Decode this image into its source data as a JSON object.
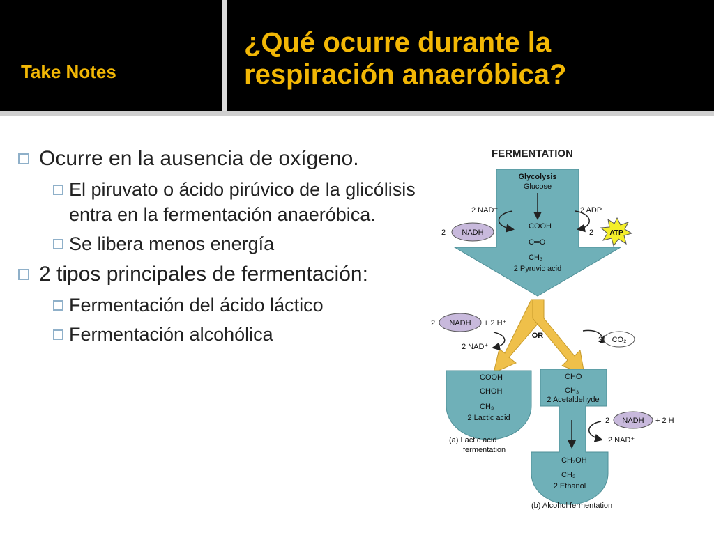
{
  "header": {
    "section_label": "Take Notes",
    "title": "¿Qué ocurre durante la respiración anaeróbica?"
  },
  "bullets": [
    {
      "level": 1,
      "text": "Ocurre en la ausencia de oxígeno."
    },
    {
      "level": 2,
      "text": "El piruvato o ácido pirúvico de la glicólisis entra en la fermentación anaeróbica."
    },
    {
      "level": 2,
      "text": "Se libera menos energía"
    },
    {
      "level": 1,
      "text": "2 tipos principales de fermentación:"
    },
    {
      "level": 2,
      "text": "Fermentación del ácido láctico"
    },
    {
      "level": 2,
      "text": "Fermentación alcohólica"
    }
  ],
  "diagram": {
    "title": "FERMENTATION",
    "glycolysis": "Glycolysis",
    "glucose": "Glucose",
    "nad_plus_top": "2 NAD⁺",
    "nadh_top_count": "2",
    "nadh": "NADH",
    "adp": "2 ADP",
    "atp_count": "2",
    "atp": "ATP",
    "cooh": "COOH",
    "c_eq_o": "C═O",
    "ch3": "CH₃",
    "pyruvic_acid": "2 Pyruvic acid",
    "nadh_left_count": "2",
    "plus_2h_left": "+ 2 H⁺",
    "nad_plus_left": "2 NAD⁺",
    "or": "OR",
    "co2_count": "2",
    "co2": "CO₂",
    "lactic_cooh": "COOH",
    "lactic_chohc": "CHOH",
    "lactic_ch3": "CH₃",
    "lactic_acid": "2 Lactic acid",
    "acet_cho": "CHO",
    "acet_ch3": "CH₃",
    "acetaldehyde": "2 Acetaldehyde",
    "nadh_right_count": "2",
    "plus_2h_right": "+ 2 H⁺",
    "nad_plus_right": "2 NAD⁺",
    "ethanol_ch2oh": "CH₂OH",
    "ethanol_ch3": "CH₃",
    "ethanol": "2 Ethanol",
    "caption_a_1": "(a)  Lactic acid",
    "caption_a_2": "fermentation",
    "caption_b": "(b)  Alcohol fermentation"
  },
  "colors": {
    "header_bg": "#000000",
    "title_accent": "#f2b705",
    "teal": "#6fb0b8",
    "teal_dark": "#4f8f97",
    "yellow_arrow": "#efc04a",
    "nadh_oval": "#c8b9dc",
    "atp_star": "#f4ef2a"
  }
}
